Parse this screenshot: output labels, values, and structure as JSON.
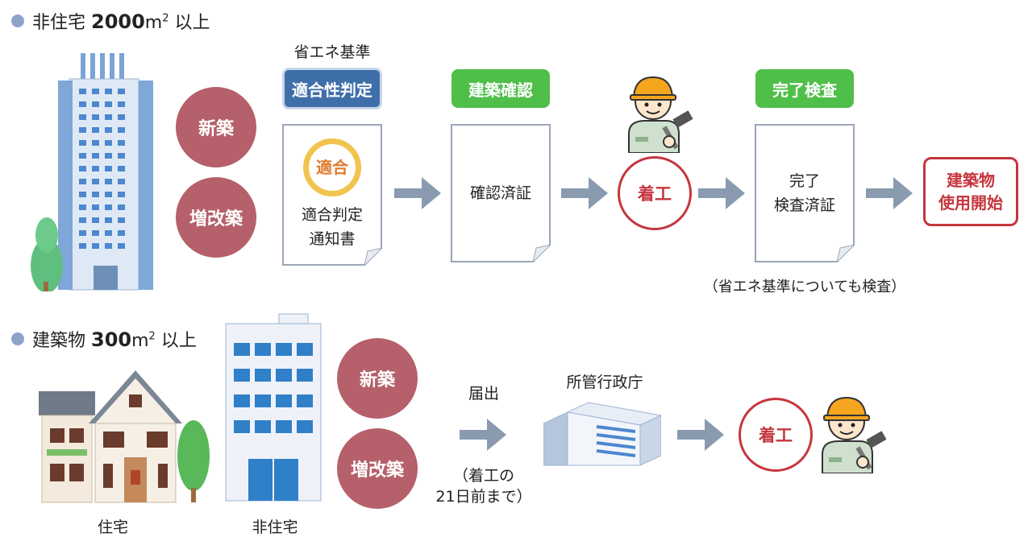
{
  "section1": {
    "heading_prefix": "非住宅 ",
    "heading_value": "2000",
    "heading_unit": "m",
    "heading_sup": "2",
    "heading_suffix": " 以上",
    "new_build": "新築",
    "extension": "増改築",
    "standard_label": "省エネ基準",
    "conformity_check": "適合性判定",
    "conform_stamp": "適合",
    "conform_doc_line1": "適合判定",
    "conform_doc_line2": "通知書",
    "building_confirm": "建築確認",
    "confirm_doc": "確認済証",
    "start_work": "着工",
    "completion_inspection": "完了検査",
    "completion_doc_line1": "完了",
    "completion_doc_line2": "検査済証",
    "use_start_line1": "建築物",
    "use_start_line2": "使用開始",
    "note": "（省エネ基準についても検査）"
  },
  "section2": {
    "heading_prefix": "建築物 ",
    "heading_value": "300",
    "heading_unit": "m",
    "heading_sup": "2",
    "heading_suffix": " 以上",
    "house_label": "住宅",
    "nonhouse_label": "非住宅",
    "new_build": "新築",
    "extension": "増改築",
    "notify": "届出",
    "notify_note_line1": "（着工の",
    "notify_note_line2": "21日前まで）",
    "authority": "所管行政庁",
    "start_work": "着工"
  },
  "colors": {
    "accent_red": "#c6353d",
    "circle_mauve": "#b5606a",
    "green": "#4fbf4a",
    "blue": "#3f6fa8",
    "arrow": "#8a9bb0"
  }
}
